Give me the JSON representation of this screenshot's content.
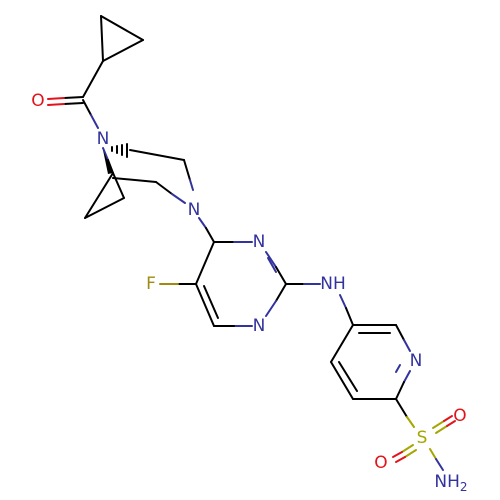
{
  "atoms": {
    "n_bridge": "N",
    "n_ring": "N",
    "n_pyr_top": "N",
    "n_pyr_bot": "N",
    "n_pyridine": "N",
    "o_carbonyl": "O",
    "f": "F",
    "nh": "NH",
    "s": "S",
    "o_s_top": "O",
    "o_s_bot": "O",
    "nh2_main": "NH",
    "nh2_sub": "2"
  },
  "colors": {
    "carbon_bond": "#000000",
    "nitrogen": "#33339e",
    "oxygen": "#e3131c",
    "fluorine": "#a08a10",
    "sulfur": "#a6a600"
  }
}
